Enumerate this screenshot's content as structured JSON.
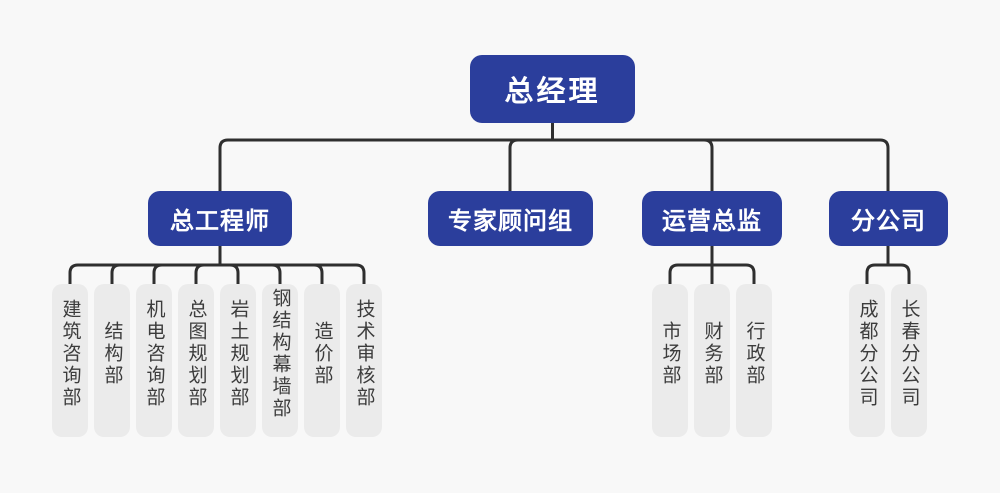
{
  "org_chart": {
    "root": {
      "label": "总经理"
    },
    "level2": [
      {
        "label": "总工程师",
        "departments": [
          "建筑咨询部",
          "结构部",
          "机电咨询部",
          "总图规划部",
          "岩土规划部",
          "钢结构幕墙部",
          "造价部",
          "技术审核部"
        ]
      },
      {
        "label": "专家顾问组",
        "departments": []
      },
      {
        "label": "运营总监",
        "departments": [
          "市场部",
          "财务部",
          "行政部"
        ]
      },
      {
        "label": "分公司",
        "departments": [
          "成都分公司",
          "长春分公司"
        ]
      }
    ],
    "colors": {
      "primary_node": "#2b3e9c",
      "primary_text": "#ffffff",
      "leaf_node": "#ebebeb",
      "leaf_text": "#3c3c3c",
      "connector": "#2f2f2f",
      "background": "#f8f8f8"
    }
  }
}
